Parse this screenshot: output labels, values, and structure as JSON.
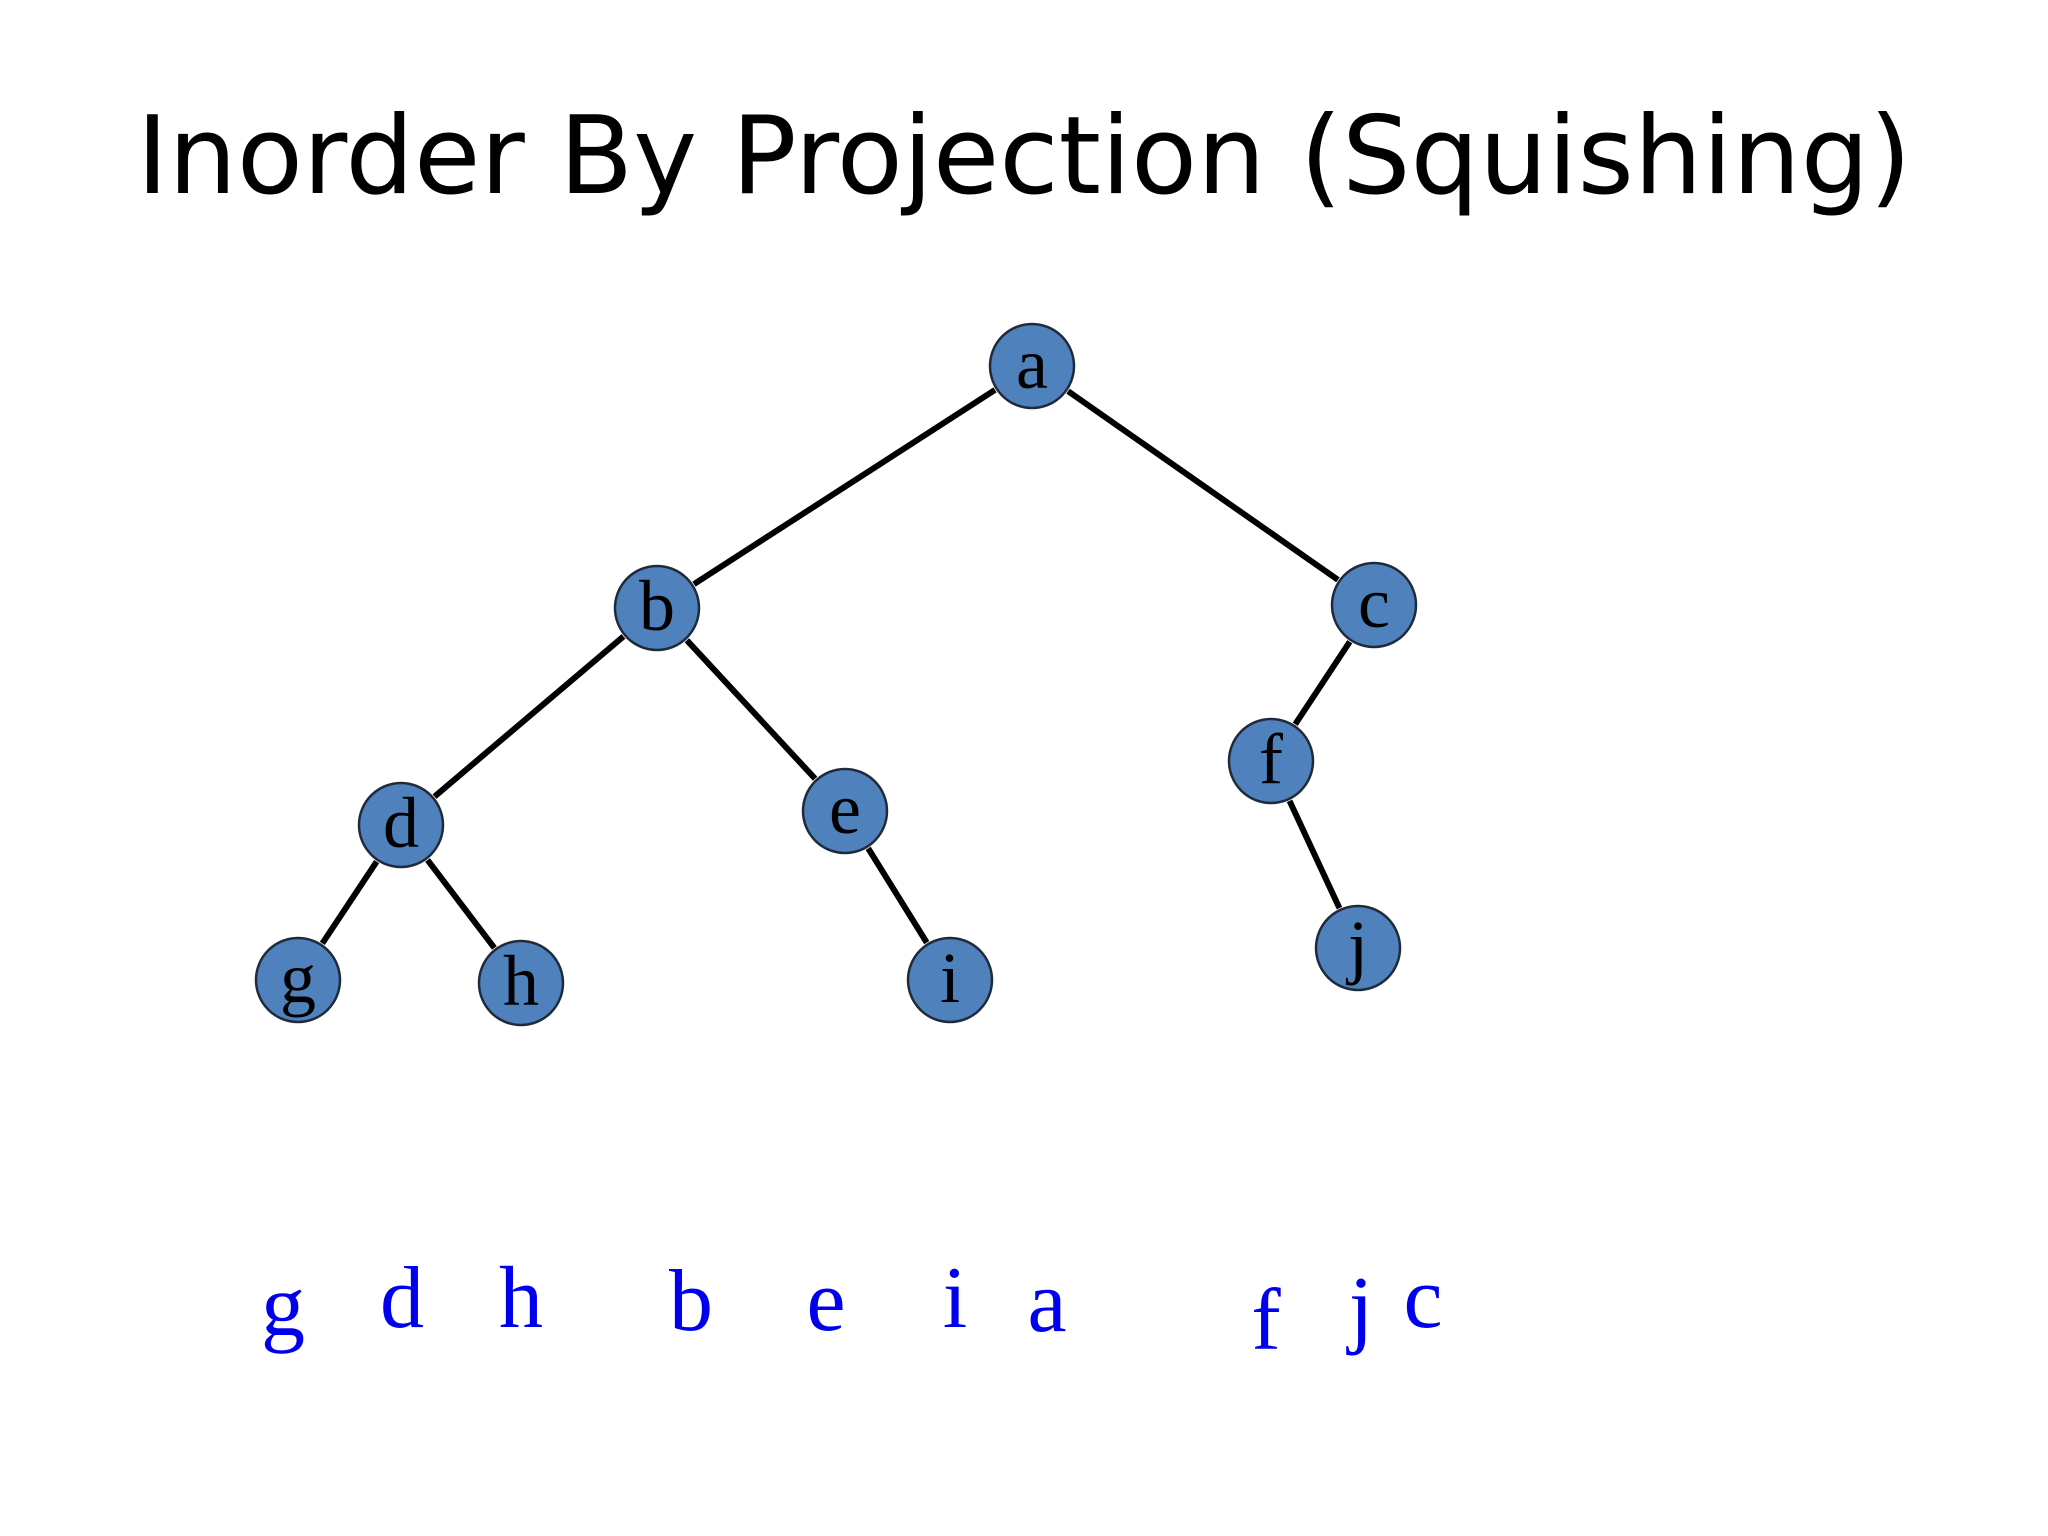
{
  "title": "Inorder By Projection (Squishing)",
  "colors": {
    "node_fill": "#4f81bd",
    "node_stroke": "#1f2a3a",
    "edge": "#000000",
    "projection_text": "#0000ee",
    "title_text": "#000000"
  },
  "tree": {
    "nodes": [
      {
        "id": "a",
        "label": "a"
      },
      {
        "id": "b",
        "label": "b"
      },
      {
        "id": "c",
        "label": "c"
      },
      {
        "id": "d",
        "label": "d"
      },
      {
        "id": "e",
        "label": "e"
      },
      {
        "id": "f",
        "label": "f"
      },
      {
        "id": "g",
        "label": "g"
      },
      {
        "id": "h",
        "label": "h"
      },
      {
        "id": "i",
        "label": "i"
      },
      {
        "id": "j",
        "label": "j"
      }
    ],
    "edges": [
      [
        "a",
        "b"
      ],
      [
        "a",
        "c"
      ],
      [
        "b",
        "d"
      ],
      [
        "b",
        "e"
      ],
      [
        "c",
        "f"
      ],
      [
        "d",
        "g"
      ],
      [
        "d",
        "h"
      ],
      [
        "e",
        "i"
      ],
      [
        "f",
        "j"
      ]
    ]
  },
  "projection": [
    "g",
    "d",
    "h",
    "b",
    "e",
    "i",
    "a",
    "f",
    "j",
    "c"
  ]
}
